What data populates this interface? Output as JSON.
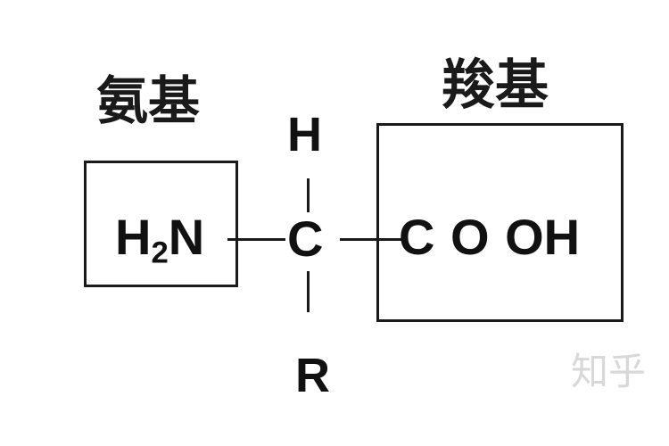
{
  "labels": {
    "amino_group": "氨基",
    "carboxyl_group": "羧基"
  },
  "atoms": {
    "amine_h": "H",
    "amine_sub": "2",
    "amine_n": "N",
    "alpha_carbon": "C",
    "top_h": "H",
    "side_chain": "R",
    "carboxyl": "C O OH"
  },
  "watermark": "知乎",
  "colors": {
    "ink": "#1a1a1a",
    "background": "#ffffff",
    "watermark": "#d8d8d8"
  }
}
